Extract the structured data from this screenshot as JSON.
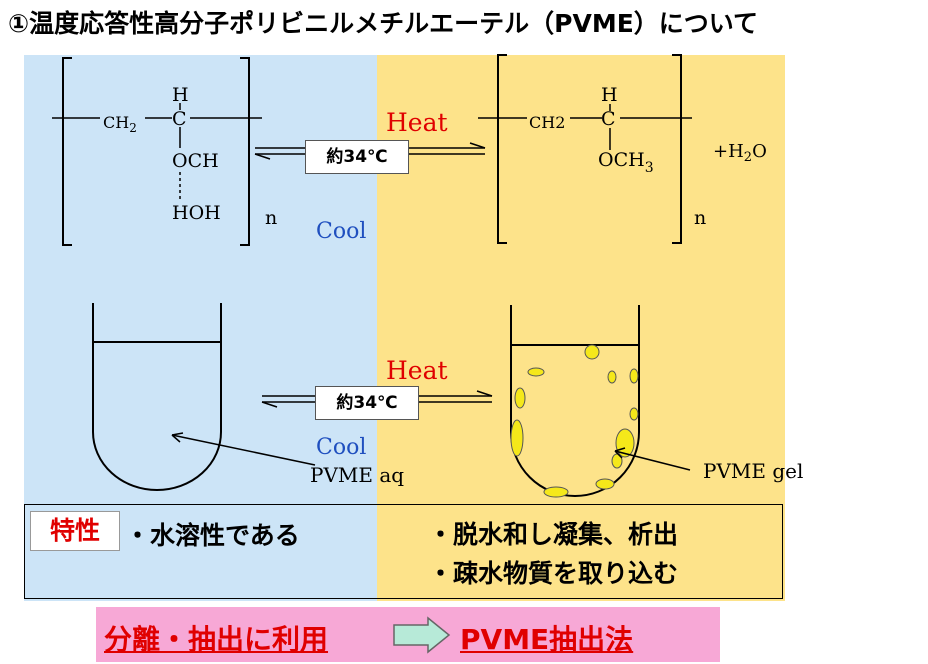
{
  "title": "①温度応答性高分子ポリビニルメチルエーテル（PVME）について",
  "reaction": {
    "left_struct": {
      "h": "H",
      "c": "C",
      "ch2": "CH",
      "ch2_sub": "2",
      "och": "OCH",
      "hoh": "HOH",
      "n": "n"
    },
    "right_struct": {
      "h": "H",
      "c": "C",
      "ch2": "CH2",
      "och3": "OCH",
      "och3_sub": "3",
      "n": "n",
      "water": "+H",
      "water_sub": "2",
      "water_o": "O"
    },
    "heat_label": "Heat",
    "cool_label": "Cool",
    "temp_label": "約34℃"
  },
  "tubes": {
    "heat_label": "Heat",
    "cool_label": "Cool",
    "temp_label": "約34℃",
    "left_label": "PVME aq",
    "right_label": "PVME gel"
  },
  "properties": {
    "label": "特性",
    "left_text": "・水溶性である",
    "right_line1": "・脱水和し凝集、析出",
    "right_line2": "・疎水物質を取り込む"
  },
  "usage": {
    "left": "分離・抽出に利用",
    "right": "PVME抽出法"
  },
  "colors": {
    "cool_panel": "#cce4f7",
    "heat_panel": "#fde38a",
    "heat_text": "#e00000",
    "cool_text": "#1f4fbf",
    "gel_droplet": "#f5e81a",
    "usage_bg": "#f7a8d6",
    "arrow_fill": "#b7ead8"
  }
}
